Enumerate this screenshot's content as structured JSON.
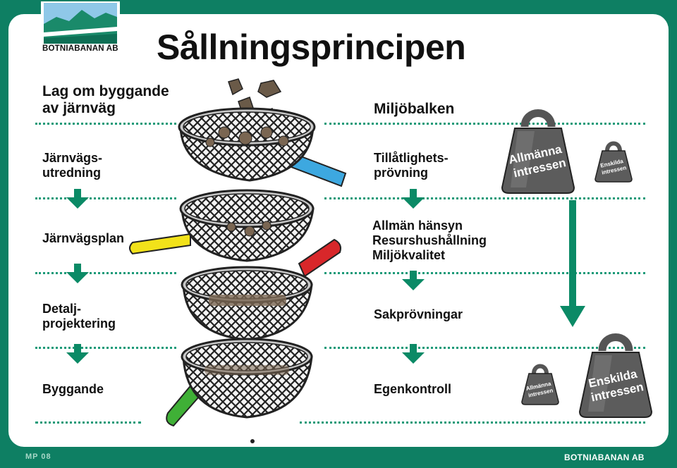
{
  "logo": {
    "text": "BOTNIABANAN AB"
  },
  "title": "Sållningsprincipen",
  "left_column": {
    "header": "Lag om byggande\nav järnväg",
    "steps": [
      "Järnvägs-\nutredning",
      "Järnvägsplan",
      "Detalj-\nprojektering",
      "Byggande"
    ]
  },
  "right_column": {
    "header": "Miljöbalken",
    "steps": [
      "Tillåtlighets-\nprövning",
      "Allmän hänsyn\nResurshushållning\nMiljökvalitet",
      "Sakprövningar",
      "Egenkontroll"
    ]
  },
  "weights": {
    "big_top": "Allmänna\nintressen",
    "small_top": "Enskilda\nintressen",
    "small_bottom": "Allmänna\nintressen",
    "big_bottom": "Enskilda\nintressen"
  },
  "sieve_handles": [
    "blue",
    "yellow",
    "red",
    "green"
  ],
  "colors": {
    "frame": "#0e7f63",
    "accent": "#0b8a66",
    "dots": "#1a9a78"
  },
  "footer": {
    "left": "MP 08",
    "right": "BOTNIABANAN AB"
  }
}
